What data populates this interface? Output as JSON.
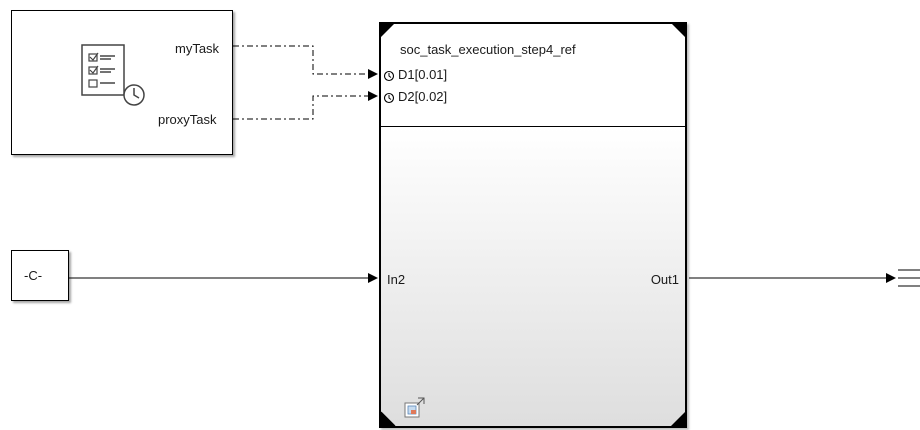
{
  "task_block": {
    "port_my_task": "myTask",
    "port_proxy_task": "proxyTask",
    "icon": "task-manager-icon"
  },
  "constant_block": {
    "label": "-C-"
  },
  "ref_block": {
    "title": "soc_task_execution_step4_ref",
    "port_d1": "D1[0.01]",
    "port_d2": "D2[0.02]",
    "port_in": "In2",
    "port_out": "Out1",
    "event_icon": "clock-cycle-icon",
    "badge_icon": "model-reference-icon"
  },
  "terminator_icon": "terminator-icon",
  "colors": {
    "line": "#000000",
    "block_border": "#000000",
    "icon_stroke": "#444444"
  }
}
